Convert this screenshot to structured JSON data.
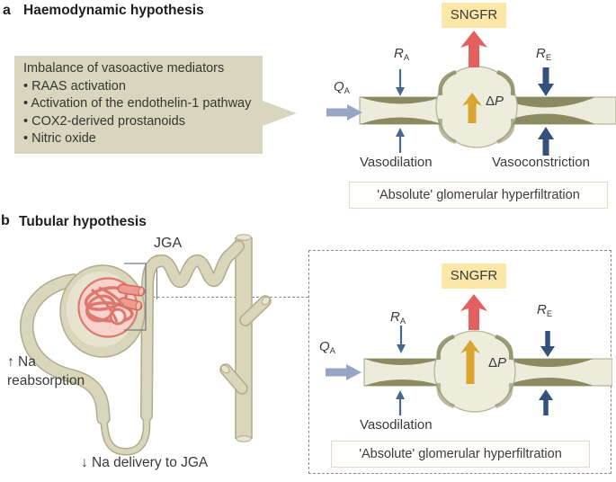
{
  "panel_a": {
    "label": "a",
    "title": "Haemodynamic hypothesis",
    "callout": {
      "intro": "Imbalance of vasoactive mediators",
      "items": [
        "RAAS activation",
        "Activation of the endothelin-1 pathway",
        "COX2-derived prostanoids",
        "Nitric oxide"
      ]
    },
    "sngfr": "SNGFR",
    "qa_main": "Q",
    "qa_sub": "A",
    "ra_main": "R",
    "ra_sub": "A",
    "re_main": "R",
    "re_sub": "E",
    "dp_delta": "Δ",
    "dp_p": "P",
    "vasodilation": "Vasodilation",
    "vasoconstriction": "Vasoconstriction",
    "caption": "'Absolute' glomerular hyperfiltration"
  },
  "panel_b": {
    "label": "b",
    "title": "Tubular hypothesis",
    "jga": "JGA",
    "na_reabsorption": "↑ Na reabsorption",
    "na_delivery": "↓ Na delivery to JGA",
    "sngfr": "SNGFR",
    "qa_main": "Q",
    "qa_sub": "A",
    "ra_main": "R",
    "ra_sub": "A",
    "re_main": "R",
    "re_sub": "E",
    "dp_delta": "Δ",
    "dp_p": "P",
    "vasodilation": "Vasodilation",
    "caption": "'Absolute' glomerular hyperfiltration"
  },
  "colors": {
    "callout_bg": "#d9d6c0",
    "sngfr_badge_bg": "#fbe8a9",
    "sngfr_arrow": "#e2605e",
    "delta_p_arrow": "#d9a42f",
    "resistance_arrow_thin": "#47688f",
    "resistance_arrow_thick": "#32527b",
    "flow_arrow": "#97a6c3",
    "vessel_fill": "#edebdc",
    "vessel_wall": "#8b8a60",
    "tubule_fill": "#d9d6bc",
    "tubule_outline": "#b0ac8b",
    "tuft_fill": "#f7d3cc",
    "tuft_stroke": "#dc796e",
    "text": "#3a3a37"
  }
}
